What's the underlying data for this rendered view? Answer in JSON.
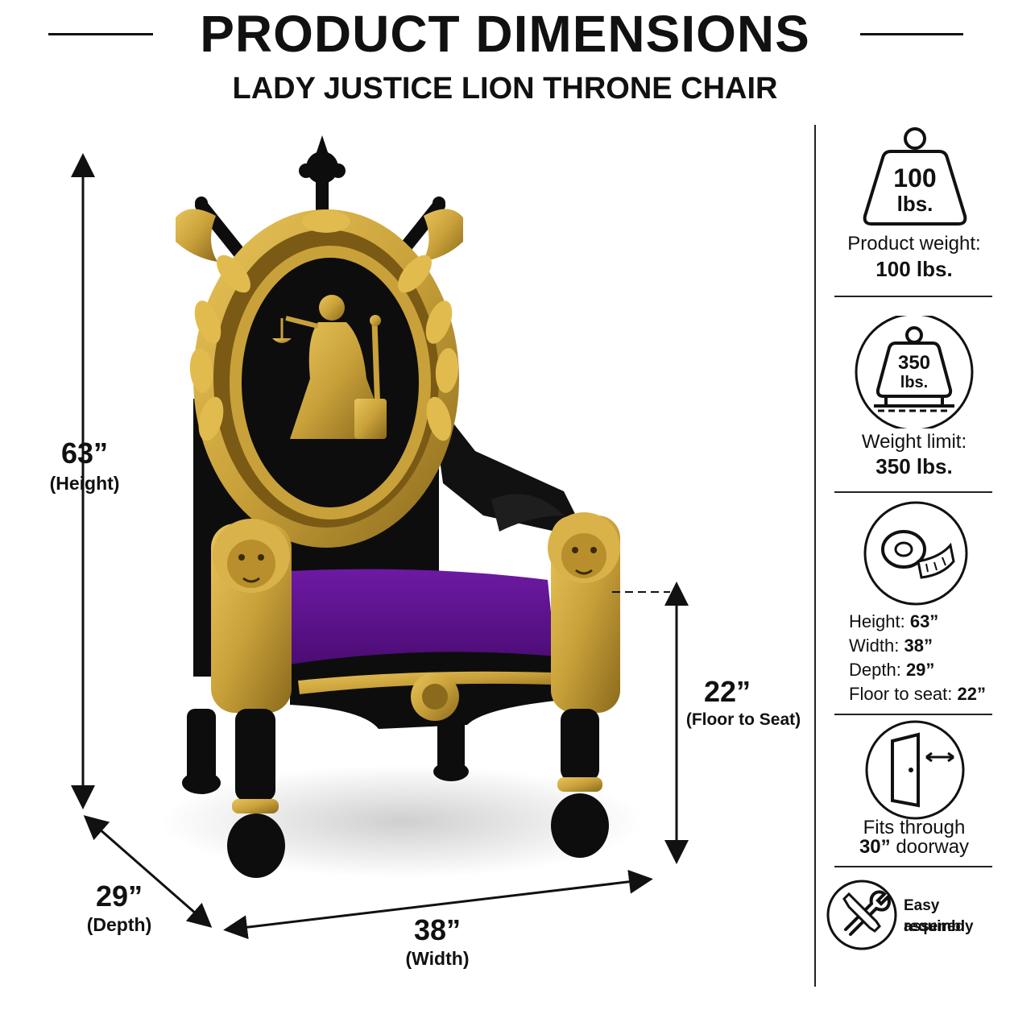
{
  "header": {
    "title": "PRODUCT DIMENSIONS",
    "subtitle": "LADY JUSTICE LION THRONE CHAIR"
  },
  "dimensions": {
    "height": {
      "value": "63”",
      "label": "(Height)"
    },
    "depth": {
      "value": "29”",
      "label": "(Depth)"
    },
    "width": {
      "value": "38”",
      "label": "(Width)"
    },
    "seat": {
      "value": "22”",
      "label": "(Floor to Seat)"
    }
  },
  "specs": {
    "weight": {
      "icon": "weight-icon",
      "icon_top": "100",
      "icon_bottom": "lbs.",
      "label": "Product weight:",
      "value": "100 lbs."
    },
    "limit": {
      "icon": "weight-limit-icon",
      "icon_top": "350",
      "icon_bottom": "lbs.",
      "label": "Weight limit:",
      "value": "350 lbs."
    },
    "measure": {
      "icon": "tape-measure-icon",
      "lines": [
        {
          "label": "Height: ",
          "value": "63”"
        },
        {
          "label": "Width: ",
          "value": "38”"
        },
        {
          "label": "Depth: ",
          "value": "29”"
        },
        {
          "label": "Floor to seat: ",
          "value": "22”"
        }
      ]
    },
    "doorway": {
      "icon": "doorway-icon",
      "line1": "Fits through",
      "line2_bold": "30”",
      "line2_rest": " doorway"
    },
    "assembly": {
      "icon": "tools-icon",
      "line1": "Easy assembly",
      "line2": "required"
    }
  },
  "colors": {
    "gold": "#c9a13a",
    "gold_dark": "#8a6a1c",
    "black": "#0d0d0d",
    "purple": "#5b0f8a"
  }
}
